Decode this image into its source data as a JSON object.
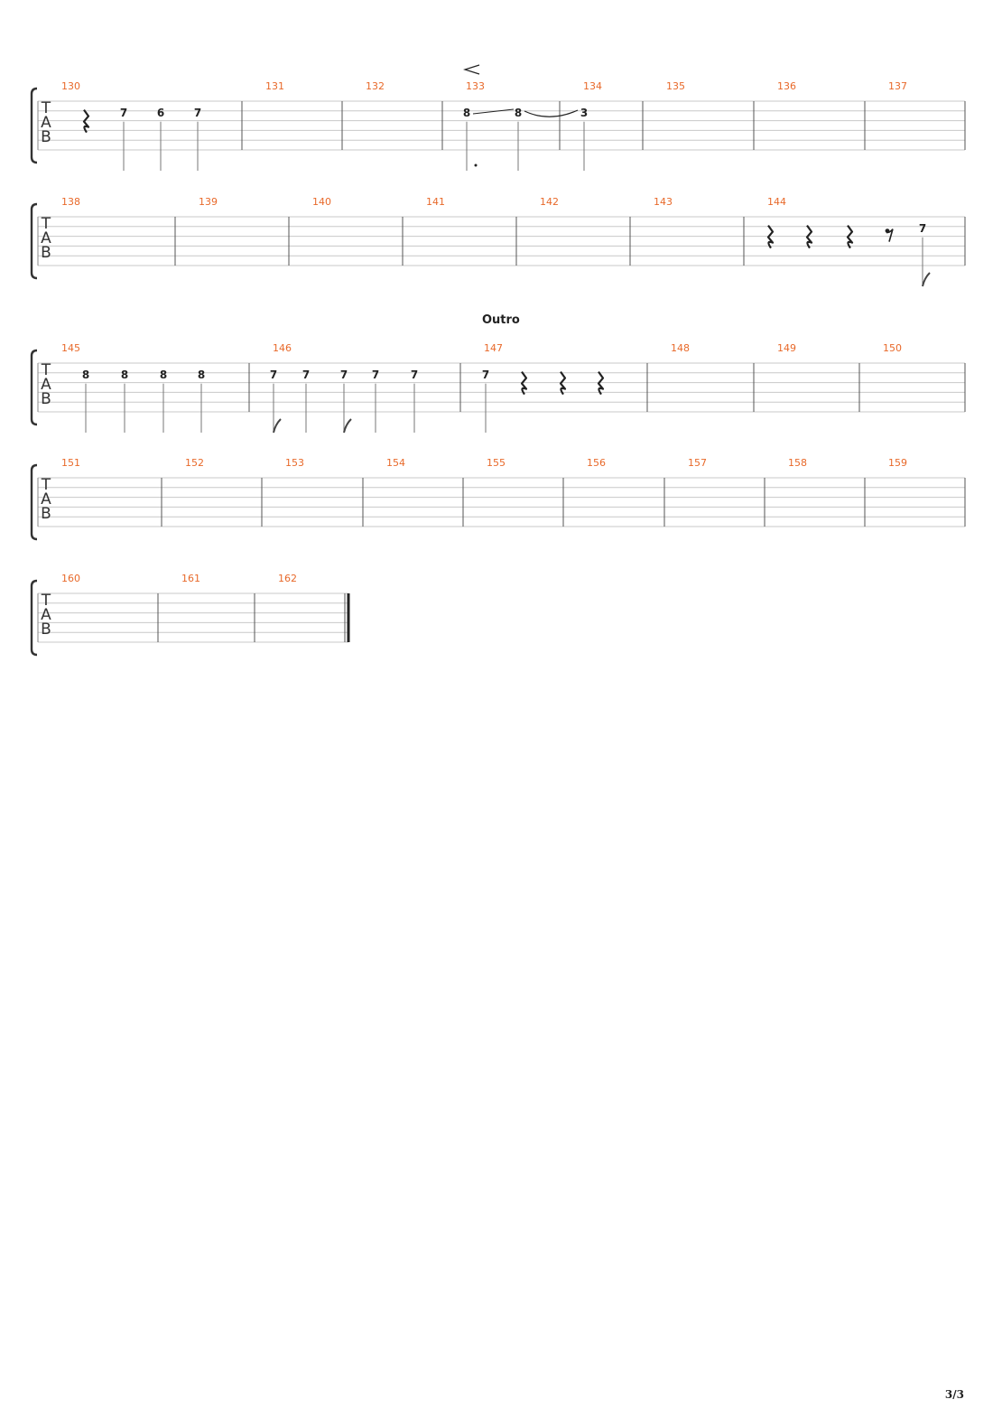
{
  "page_number": "3/3",
  "tab_label": [
    "T",
    "A",
    "B"
  ],
  "colors": {
    "measure_number": "#e8692a",
    "staff_line": "#c8c8c8",
    "barline": "#555555",
    "note": "#222222"
  },
  "systems": [
    {
      "measures": [
        {
          "number": "130",
          "notes": [
            {
              "kind": "rest-quarter"
            },
            {
              "fret": "7"
            },
            {
              "fret": "6"
            },
            {
              "fret": "7"
            }
          ]
        },
        {
          "number": "131",
          "notes": []
        },
        {
          "number": "132",
          "notes": []
        },
        {
          "number": "133",
          "notes": [
            {
              "fret": "8",
              "dotted": true
            },
            {
              "fret": "8"
            }
          ]
        },
        {
          "number": "134",
          "notes": [
            {
              "fret": "3"
            }
          ]
        },
        {
          "number": "135",
          "notes": []
        },
        {
          "number": "136",
          "notes": []
        },
        {
          "number": "137",
          "notes": []
        }
      ],
      "dynamic": "crescendo"
    },
    {
      "measures": [
        {
          "number": "138",
          "notes": []
        },
        {
          "number": "139",
          "notes": []
        },
        {
          "number": "140",
          "notes": []
        },
        {
          "number": "141",
          "notes": []
        },
        {
          "number": "142",
          "notes": []
        },
        {
          "number": "143",
          "notes": []
        },
        {
          "number": "144",
          "notes": [
            {
              "kind": "rest-quarter"
            },
            {
              "kind": "rest-quarter"
            },
            {
              "kind": "rest-quarter"
            },
            {
              "kind": "rest-eighth"
            },
            {
              "fret": "7",
              "flag": true
            }
          ]
        }
      ]
    },
    {
      "section": "Outro",
      "measures": [
        {
          "number": "145",
          "notes": [
            {
              "fret": "8"
            },
            {
              "fret": "8"
            },
            {
              "fret": "8"
            },
            {
              "fret": "8"
            }
          ]
        },
        {
          "number": "146",
          "notes": [
            {
              "fret": "7",
              "flag": true
            },
            {
              "fret": "7"
            },
            {
              "fret": "7",
              "flag": true
            },
            {
              "fret": "7"
            },
            {
              "fret": "7"
            }
          ]
        },
        {
          "number": "147",
          "notes": [
            {
              "fret": "7"
            },
            {
              "kind": "rest-quarter"
            },
            {
              "kind": "rest-quarter"
            },
            {
              "kind": "rest-quarter"
            }
          ]
        },
        {
          "number": "148",
          "notes": []
        },
        {
          "number": "149",
          "notes": []
        },
        {
          "number": "150",
          "notes": []
        }
      ]
    },
    {
      "measures": [
        {
          "number": "151",
          "notes": []
        },
        {
          "number": "152",
          "notes": []
        },
        {
          "number": "153",
          "notes": []
        },
        {
          "number": "154",
          "notes": []
        },
        {
          "number": "155",
          "notes": []
        },
        {
          "number": "156",
          "notes": []
        },
        {
          "number": "157",
          "notes": []
        },
        {
          "number": "158",
          "notes": []
        },
        {
          "number": "159",
          "notes": []
        }
      ]
    },
    {
      "measures": [
        {
          "number": "160",
          "notes": []
        },
        {
          "number": "161",
          "notes": []
        },
        {
          "number": "162",
          "notes": []
        }
      ],
      "final_barline": true
    }
  ]
}
